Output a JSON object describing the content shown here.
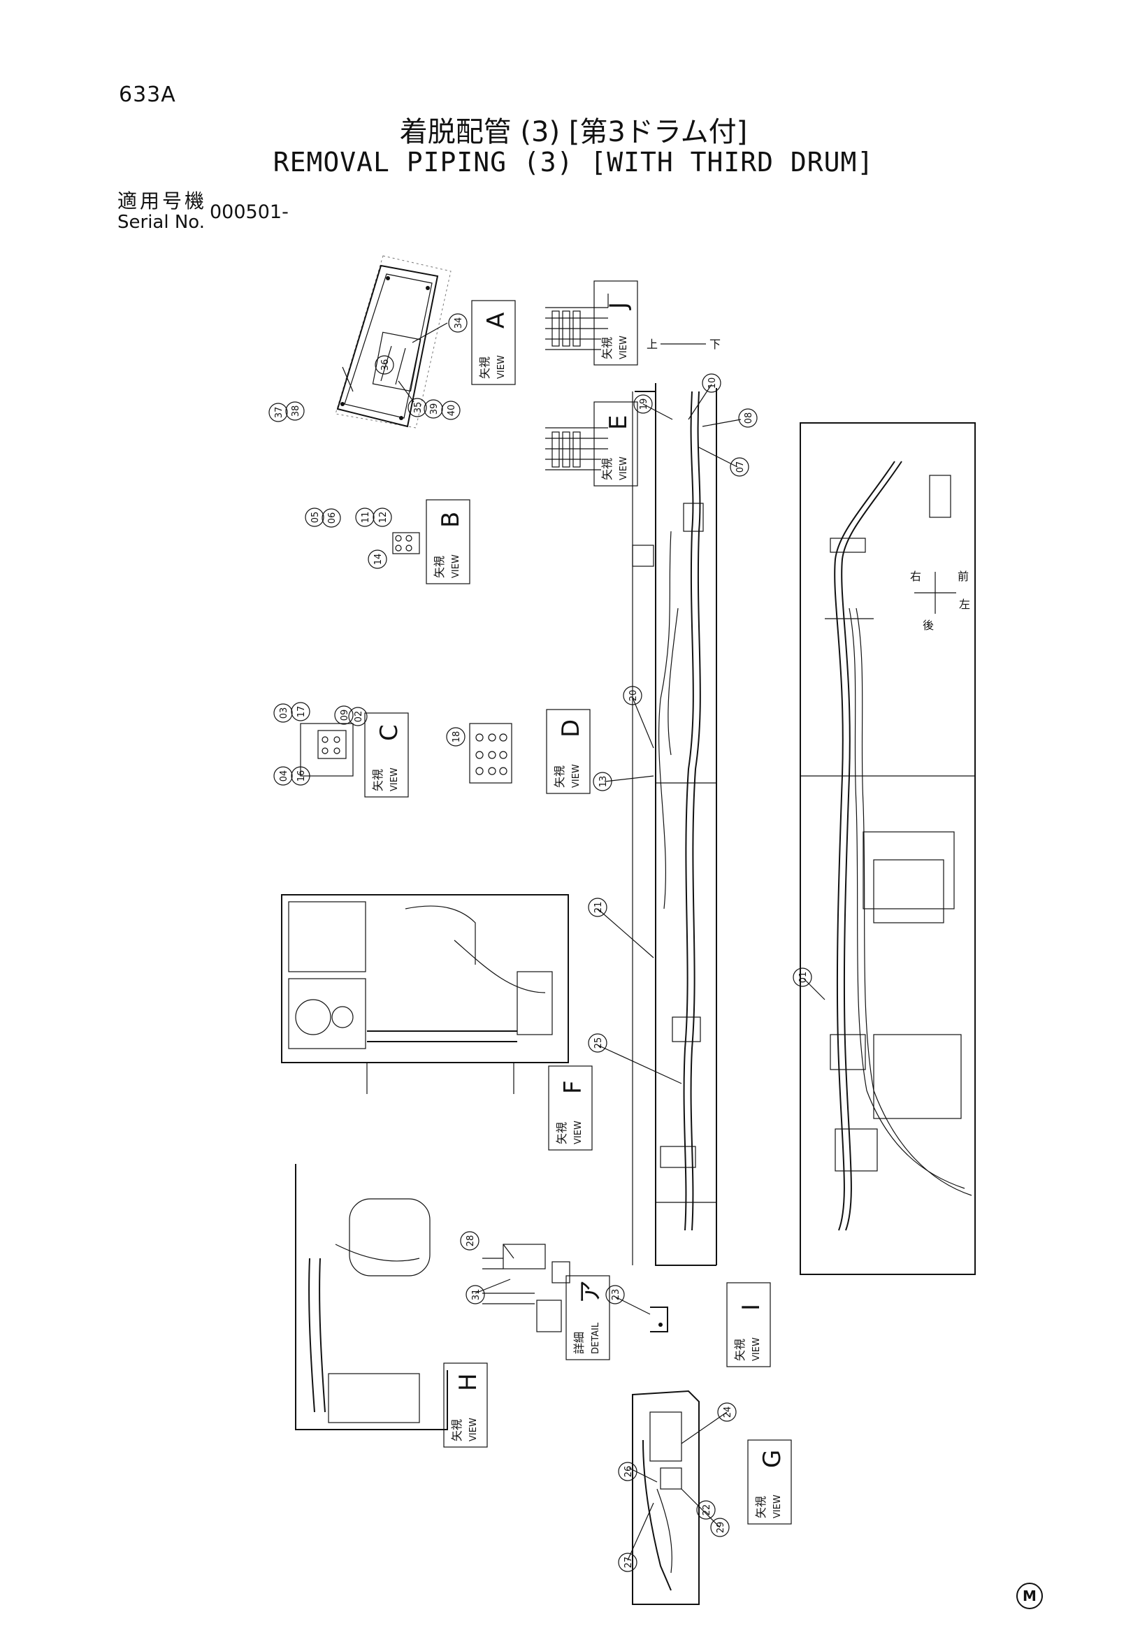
{
  "header": {
    "page_code": "633A",
    "title_jp": "着脱配管 (3) [第3ドラム付]",
    "title_en": "REMOVAL PIPING (3) [WITH THIRD DRUM]",
    "serial_label_jp": "適用号機",
    "serial_label_en": "Serial No.",
    "serial_value": "000501-"
  },
  "views": [
    {
      "id": "view-a",
      "jp": "矢視",
      "label": "VIEW",
      "letter": "A"
    },
    {
      "id": "view-j",
      "jp": "矢視",
      "label": "VIEW",
      "letter": "J"
    },
    {
      "id": "view-e",
      "jp": "矢視",
      "label": "VIEW",
      "letter": "E"
    },
    {
      "id": "view-b",
      "jp": "矢視",
      "label": "VIEW",
      "letter": "B"
    },
    {
      "id": "view-c",
      "jp": "矢視",
      "label": "VIEW",
      "letter": "C"
    },
    {
      "id": "view-d",
      "jp": "矢視",
      "label": "VIEW",
      "letter": "D"
    },
    {
      "id": "view-f",
      "jp": "矢視",
      "label": "VIEW",
      "letter": "F"
    },
    {
      "id": "detail-7",
      "jp": "詳細",
      "label": "DETAIL",
      "letter": "ア"
    },
    {
      "id": "view-i",
      "jp": "矢視",
      "label": "VIEW",
      "letter": "I"
    },
    {
      "id": "view-h",
      "jp": "矢視",
      "label": "VIEW",
      "letter": "H"
    },
    {
      "id": "view-g",
      "jp": "矢視",
      "label": "VIEW",
      "letter": "G"
    }
  ],
  "callouts": [
    "34",
    "36",
    "37",
    "38",
    "35",
    "39",
    "40",
    "05",
    "06",
    "11",
    "12",
    "14",
    "03",
    "17",
    "09",
    "02",
    "04",
    "16",
    "18",
    "19",
    "10",
    "08",
    "07",
    "20",
    "13",
    "21",
    "25",
    "28",
    "31",
    "23",
    "24",
    "26",
    "27",
    "29",
    "22",
    "01"
  ],
  "direction_labels": {
    "front": "前",
    "back": "後",
    "right": "右",
    "left": "左",
    "up": "上",
    "down": "下"
  },
  "footer": {
    "mark": "M"
  }
}
